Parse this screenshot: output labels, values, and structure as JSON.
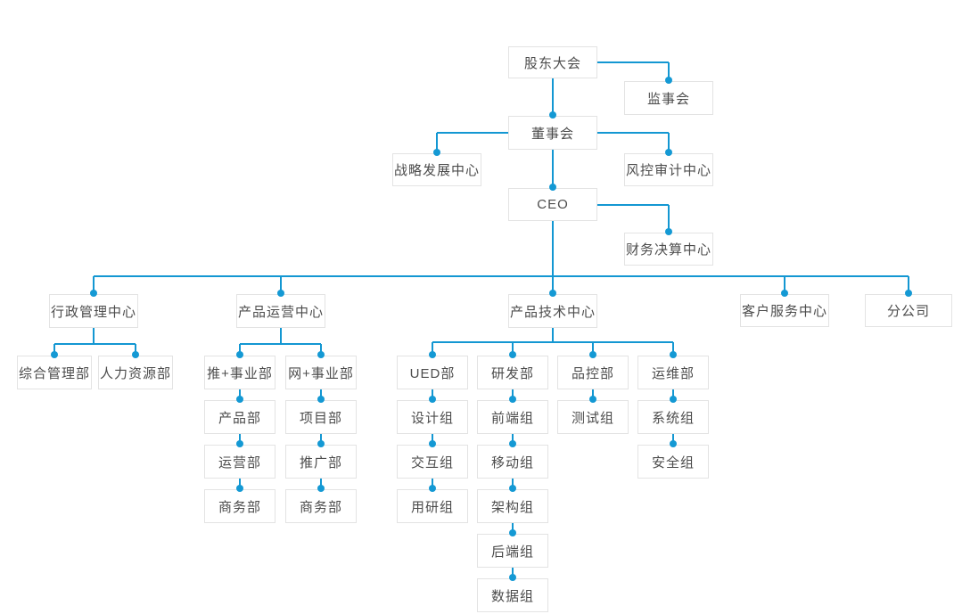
{
  "diagram": {
    "type": "org-chart",
    "colors": {
      "connector_blue": "#1397d2",
      "dot_blue": "#1499d4",
      "node_border": "#e3e3e3",
      "node_text": "#4c4c4c",
      "background": "#ffffff"
    },
    "nodes": [
      {
        "id": "shareholders",
        "label": "股东大会"
      },
      {
        "id": "supervisory",
        "label": "监事会"
      },
      {
        "id": "board",
        "label": "董事会"
      },
      {
        "id": "strategy",
        "label": "战略发展中心"
      },
      {
        "id": "risk-audit",
        "label": "风控审计中心"
      },
      {
        "id": "ceo",
        "label": "CEO"
      },
      {
        "id": "finance",
        "label": "财务决算中心"
      },
      {
        "id": "admin-center",
        "label": "行政管理中心"
      },
      {
        "id": "product-ops",
        "label": "产品运营中心"
      },
      {
        "id": "product-tech",
        "label": "产品技术中心"
      },
      {
        "id": "customer-service",
        "label": "客户服务中心"
      },
      {
        "id": "branch",
        "label": "分公司"
      },
      {
        "id": "general-mgmt",
        "label": "综合管理部"
      },
      {
        "id": "hr",
        "label": "人力资源部"
      },
      {
        "id": "tui-division",
        "label": "推+事业部"
      },
      {
        "id": "wang-division",
        "label": "网+事业部"
      },
      {
        "id": "product-dept",
        "label": "产品部"
      },
      {
        "id": "ops-dept",
        "label": "运营部"
      },
      {
        "id": "biz-dept-1",
        "label": "商务部"
      },
      {
        "id": "project-dept",
        "label": "项目部"
      },
      {
        "id": "promo-dept",
        "label": "推广部"
      },
      {
        "id": "biz-dept-2",
        "label": "商务部"
      },
      {
        "id": "ued",
        "label": "UED部"
      },
      {
        "id": "rnd",
        "label": "研发部"
      },
      {
        "id": "qc",
        "label": "品控部"
      },
      {
        "id": "om",
        "label": "运维部"
      },
      {
        "id": "design-group",
        "label": "设计组"
      },
      {
        "id": "interaction-group",
        "label": "交互组"
      },
      {
        "id": "research-group",
        "label": "用研组"
      },
      {
        "id": "frontend-group",
        "label": "前端组"
      },
      {
        "id": "mobile-group",
        "label": "移动组"
      },
      {
        "id": "arch-group",
        "label": "架构组"
      },
      {
        "id": "backend-group",
        "label": "后端组"
      },
      {
        "id": "data-group",
        "label": "数据组"
      },
      {
        "id": "testing-group",
        "label": "测试组"
      },
      {
        "id": "system-group",
        "label": "系统组"
      },
      {
        "id": "security-group",
        "label": "安全组"
      }
    ],
    "edges": [
      [
        "shareholders",
        "supervisory"
      ],
      [
        "shareholders",
        "board"
      ],
      [
        "board",
        "strategy"
      ],
      [
        "board",
        "risk-audit"
      ],
      [
        "board",
        "ceo"
      ],
      [
        "ceo",
        "finance"
      ],
      [
        "ceo",
        "admin-center"
      ],
      [
        "ceo",
        "product-ops"
      ],
      [
        "ceo",
        "product-tech"
      ],
      [
        "ceo",
        "customer-service"
      ],
      [
        "ceo",
        "branch"
      ],
      [
        "admin-center",
        "general-mgmt"
      ],
      [
        "admin-center",
        "hr"
      ],
      [
        "product-ops",
        "tui-division"
      ],
      [
        "product-ops",
        "wang-division"
      ],
      [
        "tui-division",
        "product-dept"
      ],
      [
        "product-dept",
        "ops-dept"
      ],
      [
        "ops-dept",
        "biz-dept-1"
      ],
      [
        "wang-division",
        "project-dept"
      ],
      [
        "project-dept",
        "promo-dept"
      ],
      [
        "promo-dept",
        "biz-dept-2"
      ],
      [
        "product-tech",
        "ued"
      ],
      [
        "product-tech",
        "rnd"
      ],
      [
        "product-tech",
        "qc"
      ],
      [
        "product-tech",
        "om"
      ],
      [
        "ued",
        "design-group"
      ],
      [
        "design-group",
        "interaction-group"
      ],
      [
        "interaction-group",
        "research-group"
      ],
      [
        "rnd",
        "frontend-group"
      ],
      [
        "frontend-group",
        "mobile-group"
      ],
      [
        "mobile-group",
        "arch-group"
      ],
      [
        "arch-group",
        "backend-group"
      ],
      [
        "backend-group",
        "data-group"
      ],
      [
        "qc",
        "testing-group"
      ],
      [
        "om",
        "system-group"
      ],
      [
        "system-group",
        "security-group"
      ]
    ]
  }
}
